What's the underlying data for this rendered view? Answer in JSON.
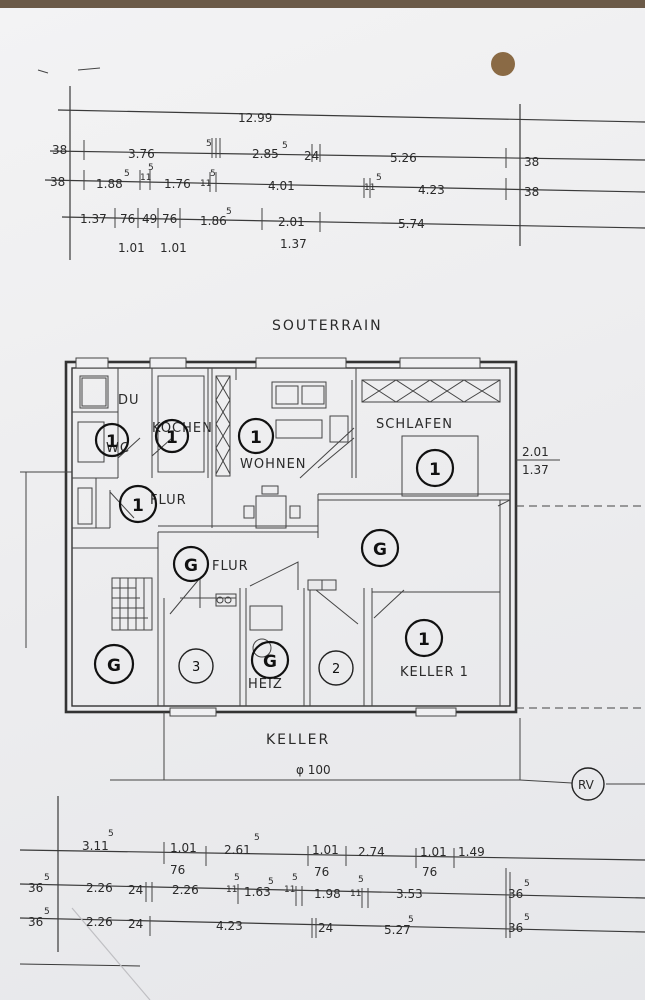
{
  "titles": {
    "souterrain": "SOUTERRAIN",
    "keller": "KELLER",
    "pipe": "φ 100",
    "rv": "RV"
  },
  "top_dims": {
    "overall": "12.99",
    "row1": [
      "38",
      "3.76",
      "5",
      "2.85",
      "5",
      "24",
      "5.26",
      "38"
    ],
    "row2": [
      "38",
      "1.88",
      "5",
      "11",
      "5",
      "1.76",
      "11",
      "5",
      "4.01",
      "11",
      "5",
      "4.23",
      "38"
    ],
    "row3": [
      "1.37",
      "76",
      "49",
      "76",
      "1.86",
      "5",
      "2.01",
      "5.74"
    ],
    "row3_sub": [
      "1.01",
      "1.01",
      "1.37"
    ]
  },
  "rooms": {
    "du": "DU",
    "wc": "WC",
    "kochen": "KOCHEN",
    "wohnen": "WOHNEN",
    "schlafen": "SCHLAFEN",
    "flur_upper": "FLUR",
    "flur_lower": "FLUR",
    "heiz": "HEIZ",
    "keller1": "KELLER 1"
  },
  "side_dims": {
    "window_w": "2.01",
    "window_h": "1.37"
  },
  "marks": {
    "wc": "1",
    "kochen": "1",
    "wohnen": "1",
    "schlafen": "1",
    "flur": "1",
    "flur_g": "G",
    "room_g": "G",
    "left_g": "G",
    "heiz_g": "G",
    "keller3": "3",
    "keller2": "2",
    "keller1": "1"
  },
  "bottom_dims": {
    "row1": [
      "3.11",
      "5",
      "1.01",
      "2.61",
      "5",
      "1.01",
      "2.74",
      "1.01",
      "1.49"
    ],
    "row1_sub": [
      "76",
      "76",
      "76"
    ],
    "row2": [
      "36",
      "5",
      "2.26",
      "24",
      "2.26",
      "11",
      "5",
      "1.63",
      "5",
      "11",
      "5",
      "1.98",
      "11",
      "5",
      "3.53",
      "36",
      "5"
    ],
    "row3": [
      "36",
      "5",
      "2.26",
      "24",
      "4.23",
      "24",
      "5.27",
      "5",
      "36",
      "5"
    ]
  }
}
